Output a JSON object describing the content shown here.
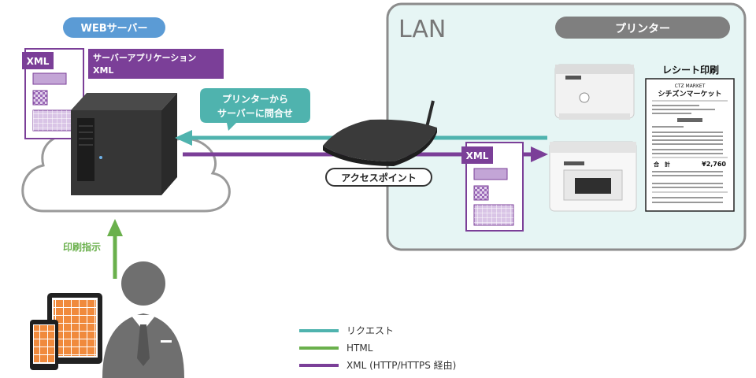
{
  "server": {
    "badge": "WEBサーバー",
    "app_label_line1": "サーバーアプリケーション",
    "app_label_line2": "XML",
    "doc_tag": "XML"
  },
  "lan": {
    "title": "LAN",
    "printer_header": "プリンター",
    "receipt_title": "レシート印刷",
    "doc_tag": "XML"
  },
  "arrows": {
    "printer_query_line1": "プリンターから",
    "printer_query_line2": "サーバーに問合せ",
    "access_point": "アクセスポイント",
    "print_instruction": "印刷指示"
  },
  "receipt": {
    "shop_small": "CTZ MARKET",
    "shop_name": "シチズンマーケット",
    "total_label": "合　計",
    "total_value": "¥2,760"
  },
  "legend": {
    "items": [
      {
        "label": "リクエスト",
        "color": "#4fb3ae"
      },
      {
        "label": "HTML",
        "color": "#6ab04c"
      },
      {
        "label": "XML (HTTP/HTTPS 経由)",
        "color": "#7b3f98"
      }
    ]
  },
  "colors": {
    "request": "#4fb3ae",
    "html": "#6ab04c",
    "xml": "#7b3f98",
    "badge_blue": "#5b9bd5",
    "lan_bg": "#e6f5f4",
    "lan_border": "#8c8c8c",
    "printer_header": "#7f7f7f"
  }
}
